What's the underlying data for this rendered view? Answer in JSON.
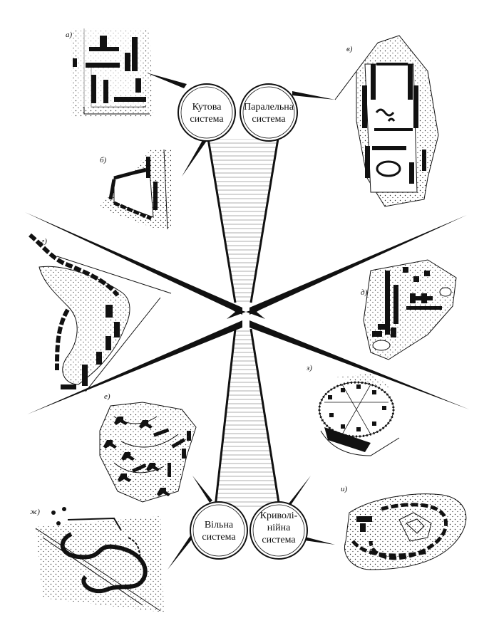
{
  "circles": [
    {
      "id": "corner",
      "lines": [
        "Кутова",
        "система"
      ]
    },
    {
      "id": "parallel",
      "lines": [
        "Паралельна",
        "система"
      ]
    },
    {
      "id": "free",
      "lines": [
        "Вільна",
        "система"
      ]
    },
    {
      "id": "curvilinear",
      "lines": [
        "Криволі-",
        "нійна",
        "система"
      ]
    }
  ],
  "plans": [
    {
      "id": "a",
      "letter": "а)"
    },
    {
      "id": "b",
      "letter": "б)"
    },
    {
      "id": "v",
      "letter": "в)"
    },
    {
      "id": "g",
      "letter": "г)"
    },
    {
      "id": "d",
      "letter": "д)"
    },
    {
      "id": "e",
      "letter": "е)"
    },
    {
      "id": "z",
      "letter": "з)"
    },
    {
      "id": "zh",
      "letter": "ж)"
    },
    {
      "id": "i",
      "letter": "и)"
    }
  ],
  "colors": {
    "ink": "#111111",
    "paper": "#ffffff"
  }
}
